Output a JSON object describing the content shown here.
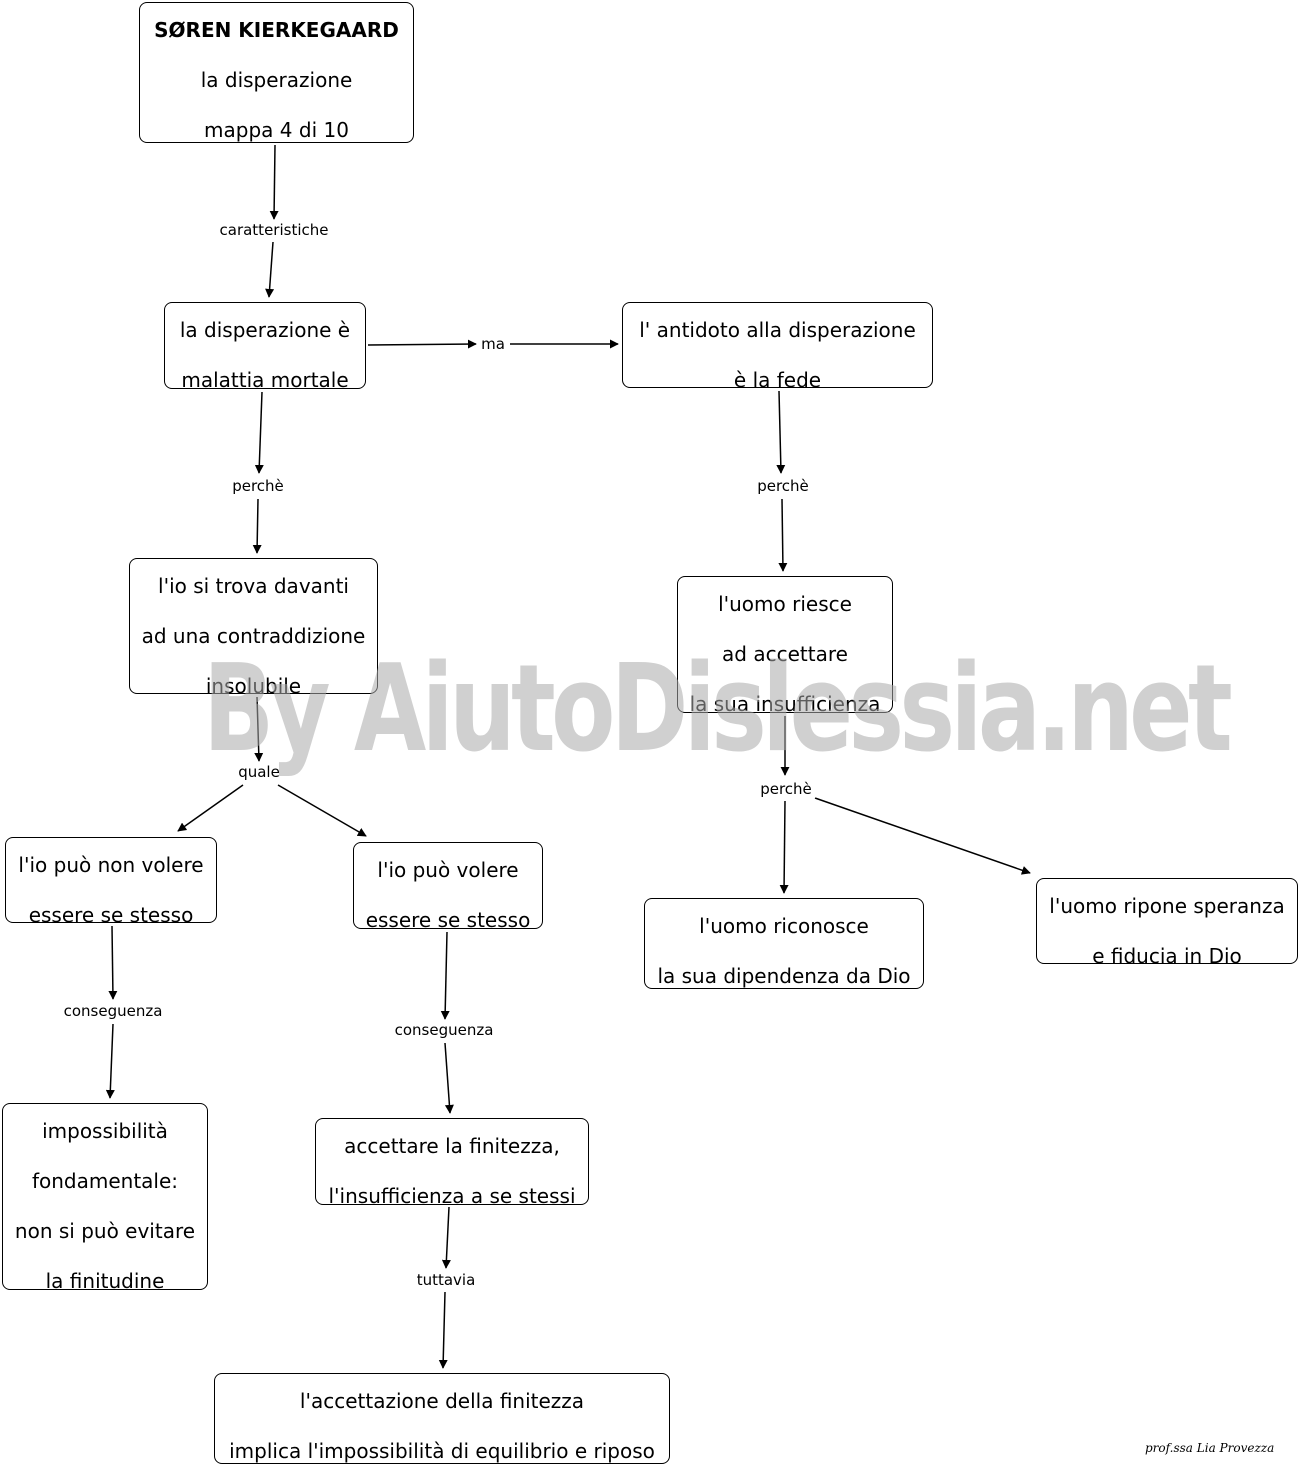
{
  "nodes": {
    "kierkegaard": {
      "lines": [
        "SØREN KIERKEGAARD",
        "la disperazione",
        "mappa 4 di 10"
      ]
    },
    "malattia": {
      "lines": [
        "la disperazione è",
        "malattia mortale"
      ]
    },
    "antidoto": {
      "lines": [
        "l' antidoto alla disperazione",
        "è la fede"
      ]
    },
    "contraddizione": {
      "lines": [
        "l'io si trova davanti",
        "ad una contraddizione",
        "insolubile"
      ]
    },
    "riesce": {
      "lines": [
        "l'uomo riesce",
        "ad accettare",
        "la sua insufficienza"
      ]
    },
    "non_volere": {
      "lines": [
        "l'io può non volere",
        "essere se stesso"
      ]
    },
    "volere": {
      "lines": [
        "l'io può volere",
        "essere se stesso"
      ]
    },
    "riconosce": {
      "lines": [
        "l'uomo riconosce",
        "la sua dipendenza da Dio"
      ]
    },
    "speranza": {
      "lines": [
        "l'uomo ripone speranza",
        "e fiducia in Dio"
      ]
    },
    "impossibilita": {
      "lines": [
        "impossibilità",
        "fondamentale:",
        "non si può evitare",
        "la finitudine"
      ]
    },
    "finitezza": {
      "lines": [
        "accettare la finitezza,",
        "l'insufficienza a se stessi"
      ]
    },
    "accettazione": {
      "lines": [
        "l'accettazione della finitezza",
        "implica l'impossibilità di equilibrio e riposo"
      ]
    }
  },
  "edge_labels": {
    "caratteristiche": "caratteristiche",
    "ma": "ma",
    "perche_1": "perchè",
    "perche_2": "perchè",
    "perche_3": "perchè",
    "quale": "quale",
    "conseguenza_1": "conseguenza",
    "conseguenza_2": "conseguenza",
    "tuttavia": "tuttavia"
  },
  "watermark": "By AiutoDislessia.net",
  "signature": "prof.ssa Lia Provezza"
}
